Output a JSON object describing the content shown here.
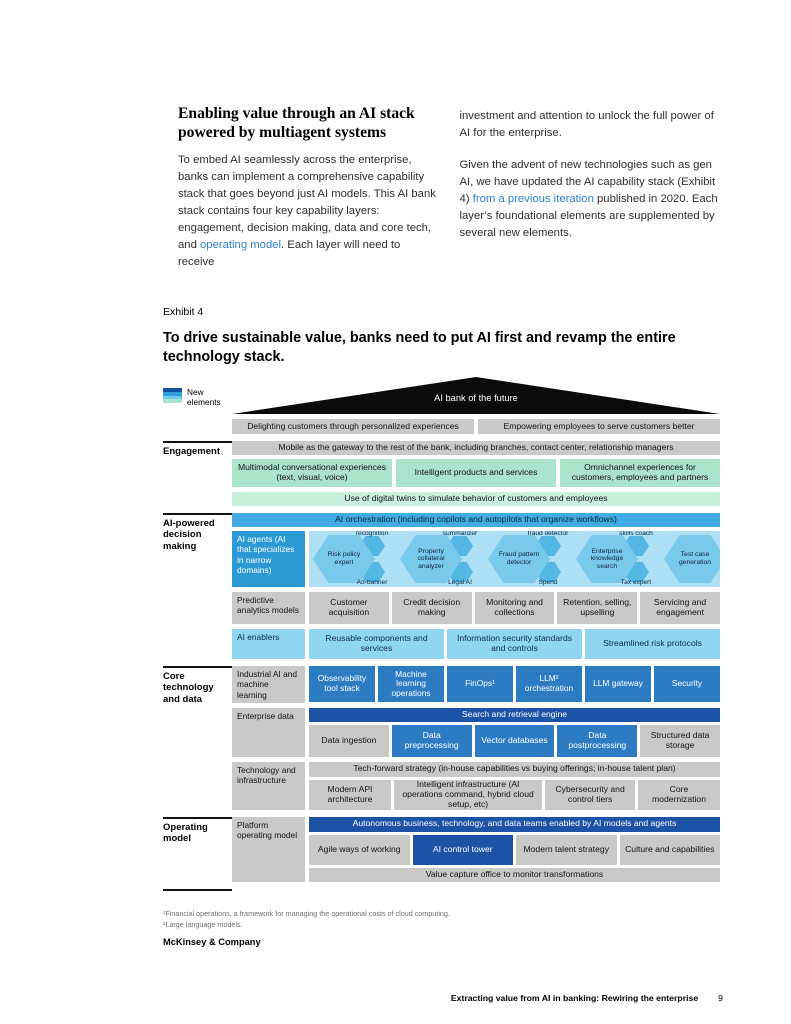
{
  "colors": {
    "link_blue": "#2e7fd0",
    "bright_blue": "#41abe2",
    "agents_blue": "#2b99d4",
    "panel_blue": "#ade0f5",
    "hex_big_blue": "#79c9ec",
    "hex_small_blue": "#54b6e2",
    "enabler_cyan": "#8fd6f1",
    "mid_blue": "#2d7cc3",
    "dark_blue": "#1d53a6",
    "mint_green": "#abe3cb",
    "light_green": "#c9efdd",
    "box_gray": "#c9cac6",
    "pyramid_black": "#0b0b0b"
  },
  "intro": {
    "heading": "Enabling value through an AI stack powered by multiagent systems",
    "left_para_1": "To embed AI seamlessly across the enterprise, banks can implement a comprehensive capability stack that goes beyond just AI models. This AI bank stack contains four key capability layers: engagement, decision making, data and core tech, and ",
    "left_link": "operating model",
    "left_para_2": ". Each layer will need to receive",
    "right_para_1": "investment and attention to unlock the full power of AI for the enterprise.",
    "right_para_2a": "Given the advent of new technologies such as gen AI, we have updated the AI capability stack (Exhibit 4) ",
    "right_link": "from a previous iteration",
    "right_para_2b": " published in 2020. Each layer’s foundational elements are supplemented by several new elements."
  },
  "exhibit": {
    "label": "Exhibit 4",
    "title": "To drive sustainable value, banks need to put AI first and revamp the entire technology stack."
  },
  "diagram": {
    "legend_label": "New elements",
    "pyramid_label": "AI bank of the future",
    "outcomes": [
      "Delighting customers through personalized experiences",
      "Empowering employees to serve customers better"
    ],
    "sections": {
      "engagement": {
        "label": "Engagement",
        "mobile_bar": "Mobile as the gateway to the rest of the bank, including branches, contact center, relationship managers",
        "green_boxes": [
          "Multimodal conversational experiences (text, visual, voice)",
          "Intelligent products and services",
          "Omnichannel experiences for customers, employees and partners"
        ],
        "digital_twins_bar": "Use of digital twins to simulate behavior of customers and employees"
      },
      "decision": {
        "label": "AI-powered decision making",
        "orchestration_bar": "AI orchestration (including copilots and autopilots that organize workflows)",
        "agents_label": "AI agents (AI that specializes in narrow domains)",
        "agents_top_tags": [
          "recognition",
          "summarizer",
          "fraud detector",
          "skills coach"
        ],
        "agents_hexagons": [
          "Risk policy expert",
          "Property collateral analyzer",
          "Fraud pattern detector",
          "Enterprise knowledge search",
          "Test case generation"
        ],
        "agents_bottom_tags": [
          "Ad-banner",
          "Legal AI",
          "Spend",
          "Tax expert"
        ],
        "predictive_label": "Predictive analytics models",
        "predictive_boxes": [
          "Customer acquisition",
          "Credit decision making",
          "Monitoring and collections",
          "Retention, selling, upselling",
          "Servicing and engagement"
        ],
        "enablers_label": "AI enablers",
        "enabler_boxes": [
          "Reusable components and services",
          "Information security standards and controls",
          "Streamlined risk protocols"
        ]
      },
      "core": {
        "label": "Core technology and data",
        "industrial_label": "Industrial AI and machine learning",
        "industrial_boxes": [
          "Observability tool stack",
          "Machine learning operations",
          "FinOps¹",
          "LLM² orchestration",
          "LLM gateway",
          "Security"
        ],
        "data_label": "Enterprise data",
        "search_bar": "Search and retrieval engine",
        "data_boxes": [
          "Data ingestion",
          "Data preprocessing",
          "Vector databases",
          "Data postprocessing",
          "Structured data storage"
        ],
        "infra_label": "Technology and infrastructure",
        "infra_bar": "Tech-forward strategy (in-house capabilities vs buying offerings; in-house talent plan)",
        "infra_boxes": [
          "Modern API architecture",
          "Intelligent infrastructure (AI operations command, hybrid cloud setup, etc)",
          "Cybersecurity and control tiers",
          "Core modernization"
        ]
      },
      "operating": {
        "label": "Operating model",
        "platform_label": "Platform operating model",
        "autonomous_bar": "Autonomous business, technology, and data teams enabled by AI models and agents",
        "operating_boxes": [
          "Agile ways of working",
          "AI control tower",
          "Modern talent strategy",
          "Culture and capabilities"
        ],
        "value_bar": "Value capture office to monitor transformations"
      }
    }
  },
  "footnotes": [
    "¹Financial operations, a framework for managing the operational costs of cloud computing.",
    "²Large language models."
  ],
  "brand": "McKinsey & Company",
  "footer": {
    "title": "Extracting value from AI in banking: Rewiring the enterprise",
    "page_number": "9"
  }
}
